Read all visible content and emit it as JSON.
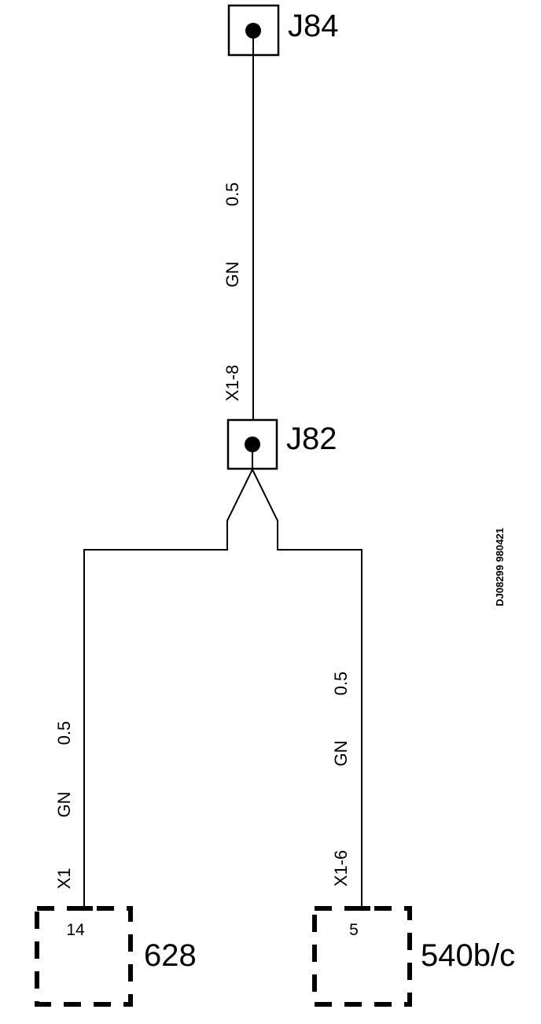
{
  "connectors": {
    "top": {
      "label": "J84"
    },
    "middle": {
      "label": "J82"
    }
  },
  "wires": {
    "upper": {
      "size": "0.5",
      "color": "GN",
      "pin": "X1-8"
    },
    "left": {
      "size": "0.5",
      "color": "GN",
      "pin": "X1"
    },
    "right": {
      "size": "0.5",
      "color": "GN",
      "pin": "X1-6"
    }
  },
  "components": {
    "left": {
      "label": "628",
      "pin": "14"
    },
    "right": {
      "label": "540b/c",
      "pin": "5"
    }
  },
  "reference": "DJ08299 980421"
}
